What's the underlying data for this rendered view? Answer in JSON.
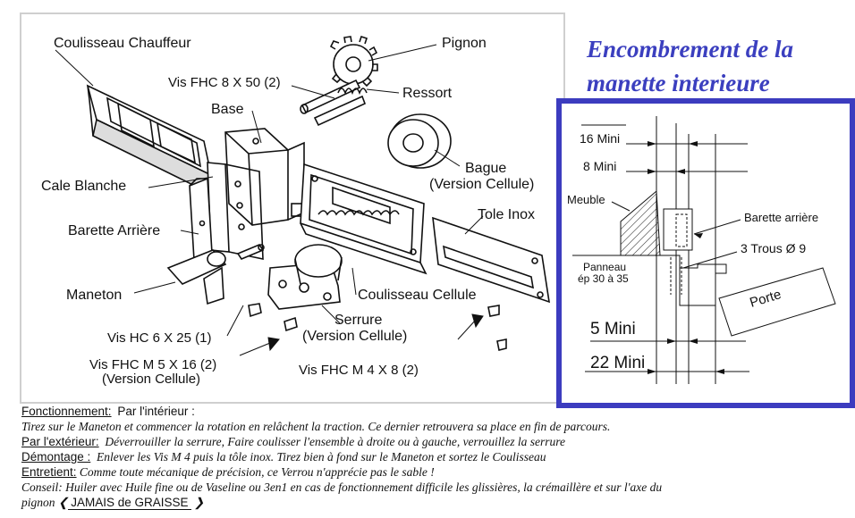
{
  "labels": {
    "coulisseau_chauffeur": "Coulisseau Chauffeur",
    "pignon": "Pignon",
    "vis_fhc_8x50": "Vis FHC 8 X 50 (2)",
    "ressort": "Ressort",
    "base": "Base",
    "bague": "Bague",
    "bague_sub": "(Version Cellule)",
    "cale_blanche": "Cale Blanche",
    "tole_inox": "Tole Inox",
    "barette_arriere": "Barette Arrière",
    "maneton": "Maneton",
    "coulisseau_cellule": "Coulisseau Cellule",
    "serrure": "Serrure",
    "serrure_sub": "(Version Cellule)",
    "vis_hc_6x25": "Vis HC 6 X 25 (1)",
    "vis_fhc_m5": "Vis FHC M 5 X 16 (2)",
    "vis_fhc_m5_sub": "(Version Cellule)",
    "vis_fhc_m4": "Vis FHC M 4 X 8 (2)"
  },
  "title": {
    "line1": "Encombrement de la",
    "line2": "manette interieure"
  },
  "detail": {
    "mini16": "16 Mini",
    "mini8": "8 Mini",
    "meuble": "Meuble",
    "barette": "Barette arrière",
    "trous": "3 Trous Ø 9",
    "panneau": "Panneau",
    "panneau_ep": "ép 30 à 35",
    "porte": "Porte",
    "mini5": "5 Mini",
    "mini22": "22 Mini"
  },
  "notes": {
    "fonct_key": "Fonctionnement:",
    "fonct_val": "Par l'intérieur :",
    "fonct_text": "Tirez sur le Maneton et commencer la rotation en relâchent la traction. Ce dernier retrouvera sa place en fin de parcours.",
    "ext_key": "Par l'extérieur:",
    "ext_text": "Déverrouiller la serrure, Faire coulisser l'ensemble à droite ou à gauche, verrouillez  la serrure",
    "demont_key": "Démontage :",
    "demont_text": "Enlever les Vis M 4 puis la tôle inox. Tirez bien à fond sur le Maneton et sortez le Coulisseau",
    "entr_key": "Entretient:",
    "entr_text": "Comme toute mécanique de précision, ce Verrou n'apprécie pas le sable !",
    "conseil_key": "Conseil:",
    "conseil_text": "Huiler avec Huile fine ou de Vaseline ou 3en1  en cas de fonctionnement difficile les glissières, la crémaillère et sur l'axe du",
    "pignon_word": "pignon",
    "grease": "JAMAIS de GRAISSE"
  }
}
